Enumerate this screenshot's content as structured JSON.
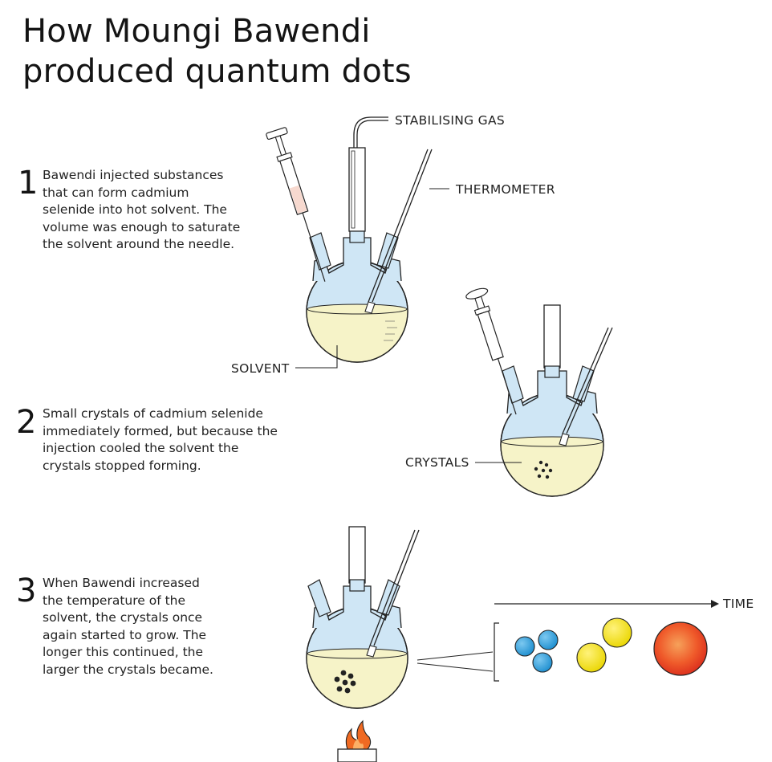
{
  "title": {
    "line1": "How Moungi Bawendi",
    "line2": "produced quantum dots"
  },
  "steps": [
    {
      "number": "1",
      "lines": [
        "Bawendi injected substances",
        "that can form cadmium",
        "selenide into hot solvent. The",
        "volume was enough to saturate",
        "the solvent around the needle."
      ]
    },
    {
      "number": "2",
      "lines": [
        "Small crystals of cadmium selenide",
        "immediately formed, but because the",
        "injection cooled the solvent the",
        "crystals stopped forming."
      ]
    },
    {
      "number": "3",
      "lines": [
        "When Bawendi increased",
        "the temperature of the",
        "solvent, the crystals once",
        "again started to grow. The",
        "longer this continued, the",
        "larger the crystals became."
      ]
    }
  ],
  "labels": {
    "stabilising_gas": "STABILISING GAS",
    "thermometer": "THERMOMETER",
    "solvent": "SOLVENT",
    "crystals": "CRYSTALS",
    "time": "TIME"
  },
  "colors": {
    "flask_glass": "#cfe6f5",
    "solvent": "#f6f3c8",
    "syringe_liquid": "#f7d9cf",
    "dot_small": "#2a9ad8",
    "dot_medium": "#f1e10a",
    "dot_large": "#e8361d",
    "flame": "#f06a22"
  }
}
